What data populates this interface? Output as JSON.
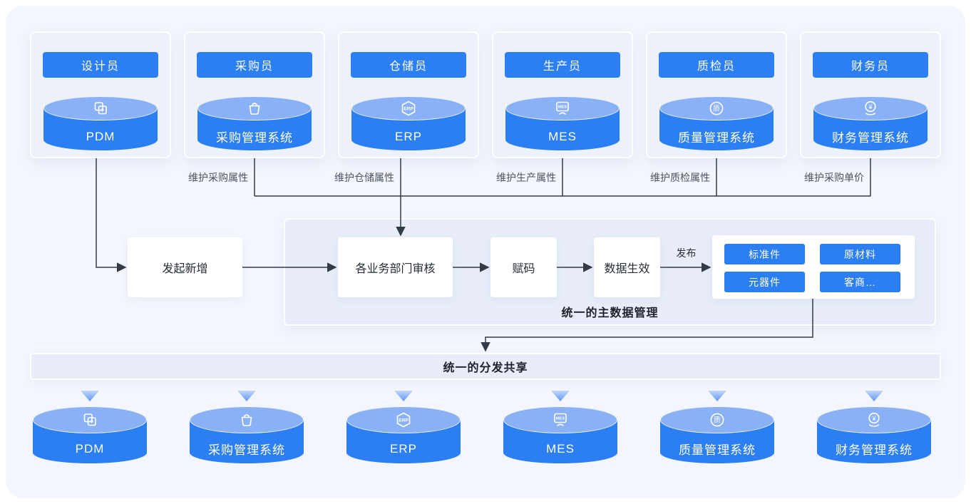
{
  "top_cards": [
    {
      "role": "设计员",
      "system": "PDM",
      "icon": "copy-icon"
    },
    {
      "role": "采购员",
      "system": "采购管理系统",
      "icon": "bag-icon"
    },
    {
      "role": "仓储员",
      "system": "ERP",
      "icon": "erp-badge-icon"
    },
    {
      "role": "生产员",
      "system": "MES",
      "icon": "mes-monitor-icon"
    },
    {
      "role": "质检员",
      "system": "质量管理系统",
      "icon": "quality-badge-icon"
    },
    {
      "role": "财务员",
      "system": "财务管理系统",
      "icon": "finance-yen-icon"
    }
  ],
  "maintain_labels": [
    "维护采购属性",
    "维护仓储属性",
    "维护生产属性",
    "维护质检属性",
    "维护采购单价"
  ],
  "flow": {
    "initiate_label": "发起新增",
    "review_label": "各业务部门审核",
    "coding_label": "赋码",
    "effective_label": "数据生效",
    "publish_label": "发布",
    "category_buttons": [
      "标准件",
      "原材料",
      "元器件",
      "客商…"
    ]
  },
  "panels": {
    "master_data_label": "统一的主数据管理",
    "distribution_label": "统一的分发共享"
  },
  "bottom_systems": [
    {
      "system": "PDM",
      "icon": "copy-icon"
    },
    {
      "system": "采购管理系统",
      "icon": "bag-icon"
    },
    {
      "system": "ERP",
      "icon": "erp-badge-icon"
    },
    {
      "system": "MES",
      "icon": "mes-monitor-icon"
    },
    {
      "system": "质量管理系统",
      "icon": "quality-badge-icon"
    },
    {
      "system": "财务管理系统",
      "icon": "finance-yen-icon"
    }
  ],
  "colors": {
    "primary_blue": "#2C7FF2",
    "cylinder_top_blue": "#8AB1F5",
    "connector_dark": "#333B49",
    "canvas_bg": "#F3F6FC",
    "card_bg": "#EDF1FA",
    "panel_bg": "#E8EDF9"
  }
}
